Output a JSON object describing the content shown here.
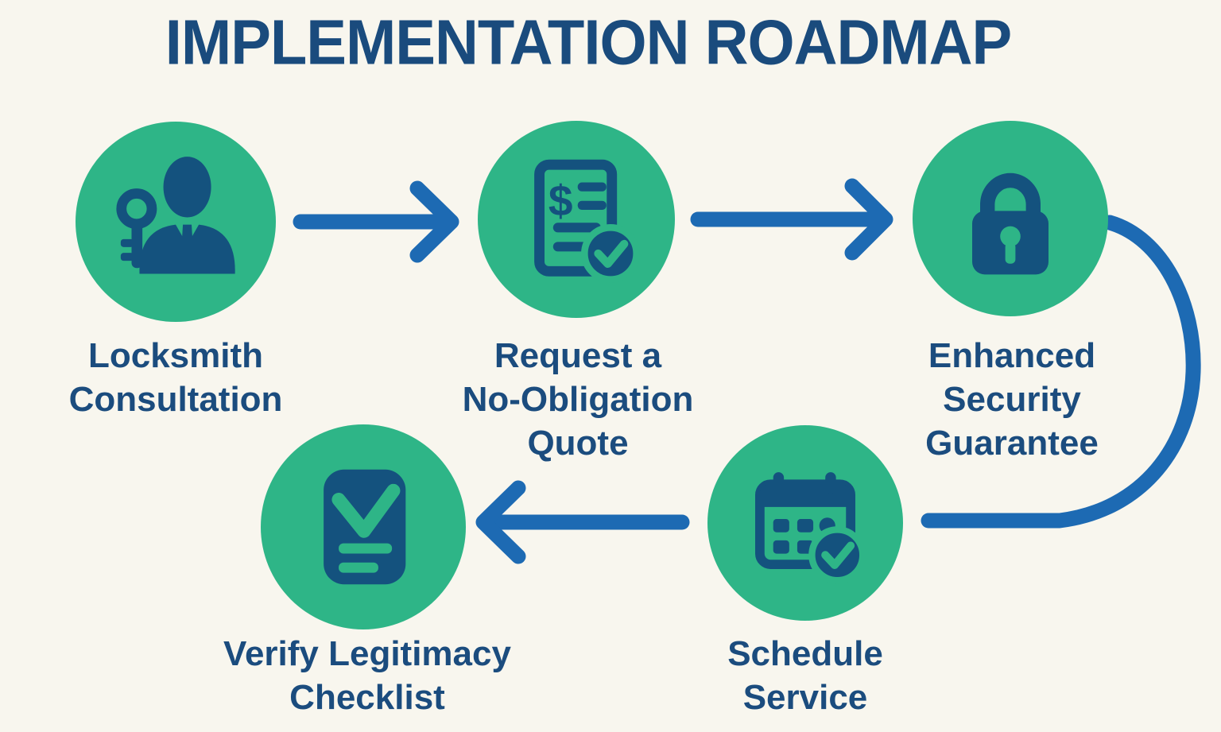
{
  "title": "IMPLEMENTATION ROADMAP",
  "diagram_type": "flowchart-roadmap",
  "colors": {
    "background": "#f8f6ee",
    "circle_green": "#2eb587",
    "icon_navy": "#14527e",
    "label_navy": "#1b4c7e",
    "arrow_blue": "#1d6ab3"
  },
  "steps": [
    {
      "order": 1,
      "label": "Locksmith Consultation",
      "lines": [
        "Locksmith",
        "Consultation"
      ],
      "icon": "person-with-key-icon"
    },
    {
      "order": 2,
      "label": "Request a No-Obligation Quote",
      "lines": [
        "Request a",
        "No-Obligation",
        "Quote"
      ],
      "icon": "dollar-quote-document-check-icon"
    },
    {
      "order": 3,
      "label": "Enhanced Security Guarantee",
      "lines": [
        "Enhanced",
        "Security",
        "Guarantee"
      ],
      "icon": "padlock-icon"
    },
    {
      "order": 4,
      "label": "Schedule Service",
      "lines": [
        "Schedule",
        "Service"
      ],
      "icon": "calendar-check-icon"
    },
    {
      "order": 5,
      "label": "Verify Legitimacy Checklist",
      "lines": [
        "Verify Legitimacy",
        "Checklist"
      ],
      "icon": "checklist-card-icon"
    }
  ],
  "arrows": [
    {
      "from": "Locksmith Consultation",
      "to": "Request a No-Obligation Quote",
      "shape": "straight-right"
    },
    {
      "from": "Request a No-Obligation Quote",
      "to": "Enhanced Security Guarantee",
      "shape": "straight-right"
    },
    {
      "from": "Enhanced Security Guarantee",
      "to": "Schedule Service",
      "shape": "curved-down-left"
    },
    {
      "from": "Schedule Service",
      "to": "Verify Legitimacy Checklist",
      "shape": "straight-left"
    }
  ]
}
